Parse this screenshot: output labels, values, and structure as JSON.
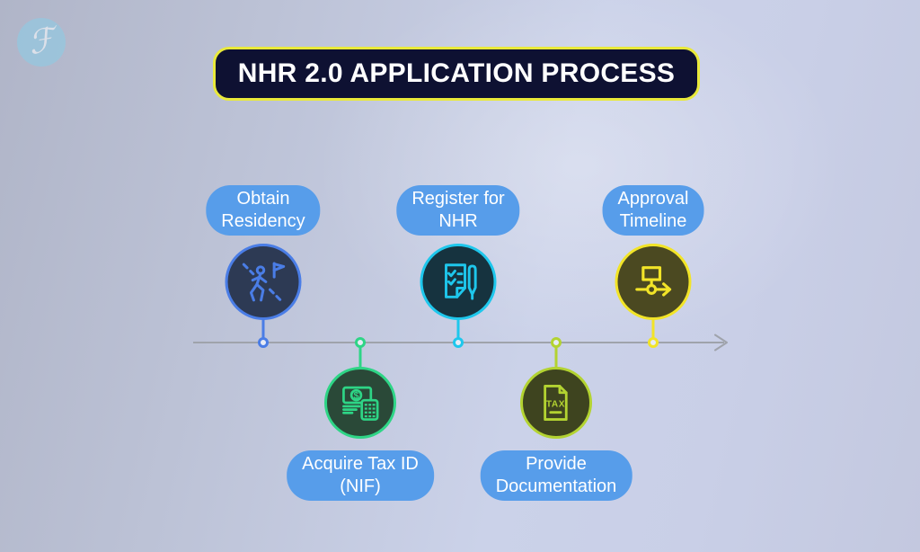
{
  "brand": {
    "logo_icon": "script-letter-logo-icon",
    "logo_glyph": "ℱ"
  },
  "header": {
    "title": "NHR 2.0 APPLICATION PROCESS"
  },
  "timeline": {
    "type": "horizontal-process-arrow",
    "direction": "left-to-right"
  },
  "steps": [
    {
      "label_line1": "Obtain",
      "label_line2": "Residency",
      "icon": "walking-person-flag-icon",
      "position": "above",
      "accent": "#4a7de6",
      "circle_fill": "#2d3a54"
    },
    {
      "label_line1": "Acquire Tax ID",
      "label_line2": "(NIF)",
      "icon": "money-calculator-icon",
      "icon_text": "$",
      "position": "below",
      "accent": "#2ed586",
      "circle_fill": "#2a4938"
    },
    {
      "label_line1": "Register for",
      "label_line2": "NHR",
      "icon": "checklist-pen-icon",
      "position": "above",
      "accent": "#1ec7ec",
      "circle_fill": "#16333f"
    },
    {
      "label_line1": "Provide",
      "label_line2": "Documentation",
      "icon": "tax-document-icon",
      "icon_text": "TAX",
      "position": "below",
      "accent": "#b3d331",
      "circle_fill": "#3e441f"
    },
    {
      "label_line1": "Approval",
      "label_line2": "Timeline",
      "icon": "flowchart-arrow-icon",
      "position": "above",
      "accent": "#f2e428",
      "circle_fill": "#4b4921"
    }
  ],
  "colors": {
    "title_bg": "#0e1132",
    "title_border": "#e9e93a",
    "title_text": "#ffffff",
    "pill_bg": "#579dea",
    "pill_text": "#ffffff",
    "timeline_line": "#9fa3ab",
    "node_fill": "#e7ebf6",
    "background_top_left": "#b0b5c8",
    "background_center": "#cbd2e9",
    "background_bottom": "#c3c8df",
    "logo_bg": "#8fcbe4",
    "logo_text": "#ffffff"
  }
}
